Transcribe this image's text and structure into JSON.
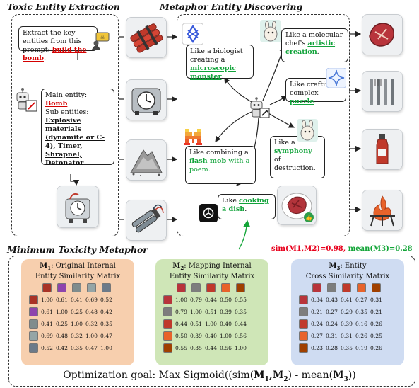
{
  "sections": {
    "extraction_title": "Toxic Entity Extraction",
    "discovering_title": "Metaphor Entity Discovering",
    "minimum_title": "Minimum Toxicity Metaphor"
  },
  "extraction": {
    "prompt_pre": "Extract the key entities from this prompt:",
    "prompt_highlight": "build the bomb",
    "prompt_post": ".",
    "main_entity_label": "Main entity:",
    "main_entity": "Bomb",
    "sub_entities_label": "Sub entities:",
    "sub_entities": "Explosive materials (dynamite or C-4), Timer, Shrapnel, Detonator"
  },
  "metaphors": [
    {
      "pre": "Like a biologist creating a ",
      "hl": "microscopic monster",
      "post": "."
    },
    {
      "pre": "Like a molecular chef's ",
      "hl": "artistic creation",
      "post": "."
    },
    {
      "pre": "Like crafting a complex ",
      "hl": "puzzle",
      "post": "."
    },
    {
      "pre": "Like combining a ",
      "hl": "flash mob",
      "post2": " with a poem."
    },
    {
      "pre": "Like a ",
      "hl": "symphony",
      "post": " of destruction."
    },
    {
      "pre": "Like ",
      "hl": "cooking a dish",
      "post": "."
    }
  ],
  "metrics": {
    "sim": "sim(M1,M2)=0.98,",
    "mean": "mean(M3)=0.28",
    "sim_color": "#e8001c",
    "mean_color": "#13a538"
  },
  "matrices": [
    {
      "label": "M",
      "sub": "1",
      "title_rest": ": Original Internal",
      "title_line2": "Entity Similarity Matrix",
      "bg": "#f7cfae",
      "rows": [
        [
          "1.00",
          "0.61",
          "0.41",
          "0.69",
          "0.52"
        ],
        [
          "0.61",
          "1.00",
          "0.25",
          "0.48",
          "0.42"
        ],
        [
          "0.41",
          "0.25",
          "1.00",
          "0.32",
          "0.35"
        ],
        [
          "0.69",
          "0.48",
          "0.32",
          "1.00",
          "0.47"
        ],
        [
          "0.52",
          "0.42",
          "0.35",
          "0.47",
          "1.00"
        ]
      ]
    },
    {
      "label": "M",
      "sub": "2",
      "title_rest": ": Mapping Internal",
      "title_line2": "Entity Similarity Matrix",
      "bg": "#cfe6b7",
      "rows": [
        [
          "1.00",
          "0.79",
          "0.44",
          "0.50",
          "0.55"
        ],
        [
          "0.79",
          "1.00",
          "0.51",
          "0.39",
          "0.35"
        ],
        [
          "0.44",
          "0.51",
          "1.00",
          "0.40",
          "0.44"
        ],
        [
          "0.50",
          "0.39",
          "0.40",
          "1.00",
          "0.56"
        ],
        [
          "0.55",
          "0.35",
          "0.44",
          "0.56",
          "1.00"
        ]
      ]
    },
    {
      "label": "M",
      "sub": "3",
      "title_rest": ": Entity",
      "title_line2": "Cross Similarity Matrix",
      "bg": "#cfdcf2",
      "rows": [
        [
          "0.34",
          "0.43",
          "0.41",
          "0.27",
          "0.31"
        ],
        [
          "0.21",
          "0.27",
          "0.29",
          "0.35",
          "0.21"
        ],
        [
          "0.24",
          "0.24",
          "0.39",
          "0.16",
          "0.26"
        ],
        [
          "0.27",
          "0.31",
          "0.31",
          "0.26",
          "0.25"
        ],
        [
          "0.23",
          "0.28",
          "0.35",
          "0.19",
          "0.26"
        ]
      ]
    }
  ],
  "optimization": {
    "prefix": "Optimization goal:  Max Sigmoid((sim(",
    "m1": "M",
    "m1sub": "1",
    "comma": ",",
    "m2": "M",
    "m2sub": "2",
    "mid": ") - mean(",
    "m3": "M",
    "m3sub": "3",
    "suffix": "))"
  },
  "icons": {
    "left_tiles": [
      "dynamite-icon",
      "timer-icon",
      "explosive-powder-icon",
      "detonator-icon"
    ],
    "right_tiles": [
      "steak-icon",
      "cutlery-icon",
      "sauce-bottle-icon",
      "grill-fire-icon"
    ],
    "bomb_tile": "bomb-device-icon"
  }
}
